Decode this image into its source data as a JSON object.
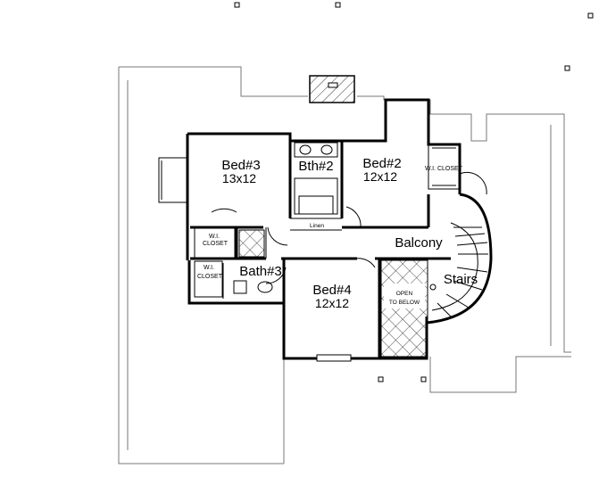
{
  "rooms": {
    "bed3": {
      "name": "Bed#3",
      "size": "13x12"
    },
    "bath2": {
      "name": "Bth#2"
    },
    "bed2": {
      "name": "Bed#2",
      "size": "12x12"
    },
    "bed4": {
      "name": "Bed#4",
      "size": "12x12"
    },
    "bath3": {
      "name": "Bath#3"
    },
    "balcony": {
      "name": "Balcony"
    },
    "stairs": {
      "name": "Stairs"
    },
    "linen": {
      "name": "Linen"
    },
    "wic_bed2": {
      "name": "W.I. CLOSET"
    },
    "wic_bed3": {
      "line1": "W.I.",
      "line2": "CLOSET"
    },
    "wic_bath3": {
      "line1": "W.I.",
      "line2": "CLOSET"
    },
    "open_below": {
      "line1": "OPEN",
      "line2": "TO BELOW"
    }
  }
}
